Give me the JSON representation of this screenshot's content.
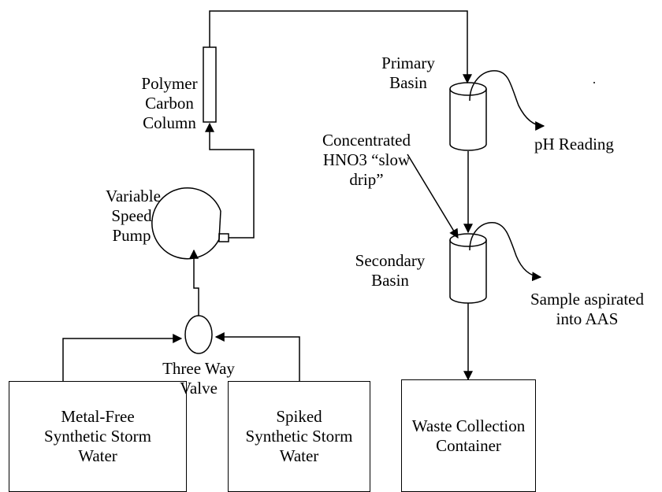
{
  "labels": {
    "primary_basin": "Primary\nBasin",
    "polymer_column": "Polymer\nCarbon\nColumn",
    "concentrated_acid": "Concentrated\nHNO3 “slow\ndrip”",
    "ph_reading": "pH Reading",
    "variable_pump": "Variable\nSpeed\nPump",
    "secondary_basin": "Secondary\nBasin",
    "sample_aspirated": "Sample aspirated\ninto AAS",
    "three_way_valve": "Three Way\nValve"
  },
  "containers": {
    "metal_free": "Metal-Free\nSynthetic Storm\nWater",
    "spiked": "Spiked\nSynthetic Storm\nWater",
    "waste": "Waste Collection\nContainer"
  }
}
